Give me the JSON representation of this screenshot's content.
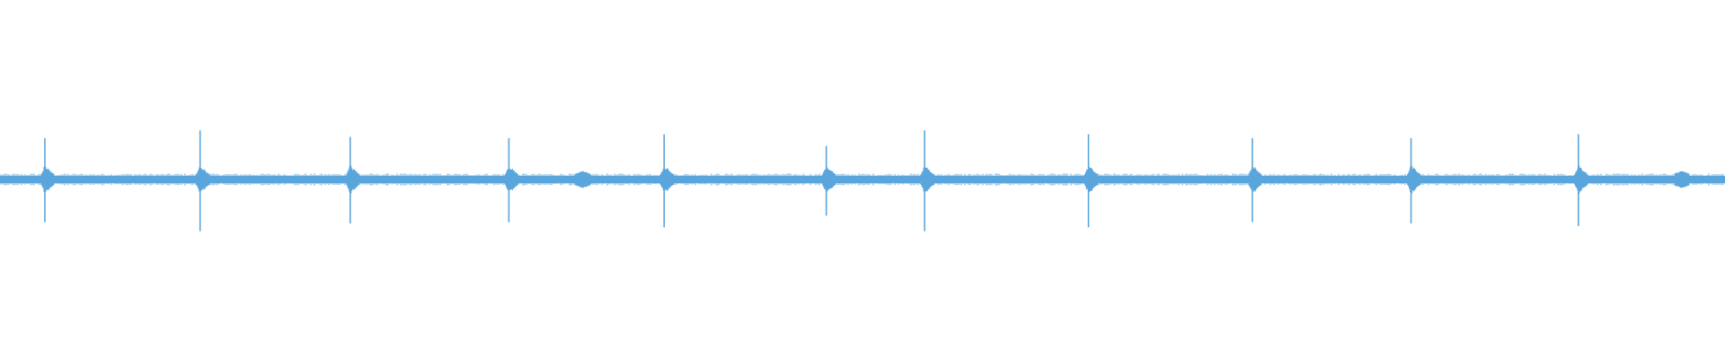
{
  "waveform": {
    "color": "#5aa5dc",
    "background": "#ffffff",
    "peaks": [
      {
        "time": 0.026,
        "up": 0.64,
        "down": 0.66
      },
      {
        "time": 0.116,
        "up": 0.76,
        "down": 0.8
      },
      {
        "time": 0.203,
        "up": 0.66,
        "down": 0.68
      },
      {
        "time": 0.295,
        "up": 0.64,
        "down": 0.66
      },
      {
        "time": 0.385,
        "up": 0.7,
        "down": 0.74
      },
      {
        "time": 0.479,
        "up": 0.52,
        "down": 0.56
      },
      {
        "time": 0.536,
        "up": 0.76,
        "down": 0.8
      },
      {
        "time": 0.631,
        "up": 0.7,
        "down": 0.74
      },
      {
        "time": 0.726,
        "up": 0.64,
        "down": 0.66
      },
      {
        "time": 0.818,
        "up": 0.64,
        "down": 0.68
      },
      {
        "time": 0.915,
        "up": 0.7,
        "down": 0.72
      }
    ],
    "minor_bumps": [
      0.338,
      0.975
    ]
  }
}
